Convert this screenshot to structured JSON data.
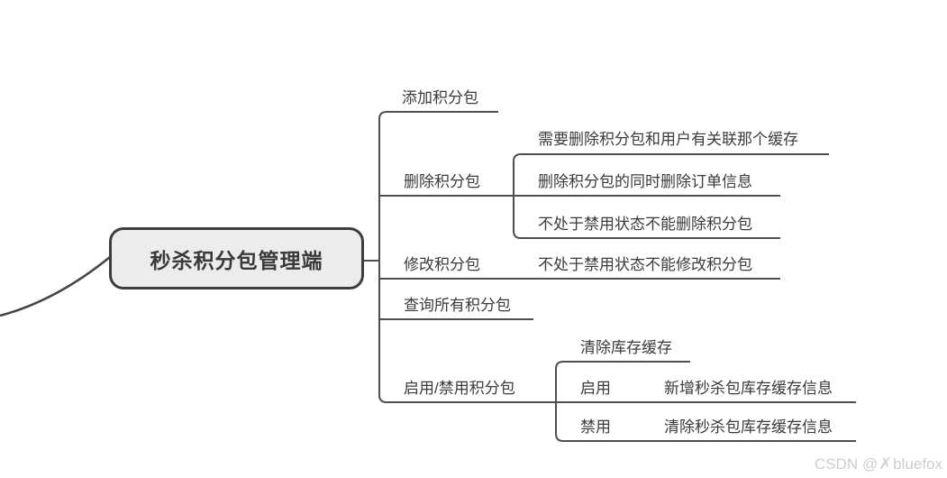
{
  "mindmap": {
    "root": {
      "label": "秒杀积分包管理端"
    },
    "branches": [
      {
        "label": "添加积分包",
        "children": []
      },
      {
        "label": "删除积分包",
        "children": [
          {
            "label": "需要删除积分包和用户有关联那个缓存"
          },
          {
            "label": "删除积分包的同时删除订单信息"
          },
          {
            "label": "不处于禁用状态不能删除积分包"
          }
        ]
      },
      {
        "label": "修改积分包",
        "children": [
          {
            "label": "不处于禁用状态不能修改积分包"
          }
        ]
      },
      {
        "label": "查询所有积分包",
        "children": []
      },
      {
        "label": "启用/禁用积分包",
        "children": [
          {
            "label": "清除库存缓存"
          },
          {
            "label": "启用",
            "children": [
              {
                "label": "新增秒杀包库存缓存信息"
              }
            ]
          },
          {
            "label": "禁用",
            "children": [
              {
                "label": "清除秒杀包库存缓存信息"
              }
            ]
          }
        ]
      }
    ]
  },
  "watermark": {
    "prefix": "CSDN @",
    "icon_glyph": "✗",
    "name": "bluefox"
  },
  "colors": {
    "line": "#4f4f4f",
    "text": "#3b3b3b",
    "root_fill": "#ececec",
    "root_border": "#3d3d3d",
    "watermark": "#cdcdcd"
  }
}
